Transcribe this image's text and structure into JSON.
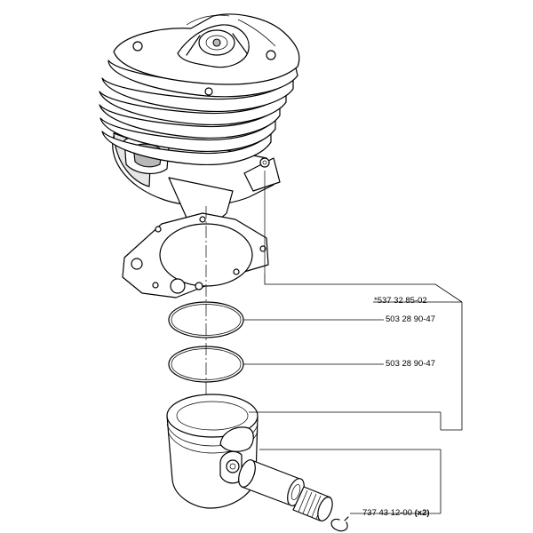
{
  "labels": {
    "assembly": "*537 32 85-02",
    "ring_top": "503 28 90-47",
    "ring_bottom": "503 28 90-47",
    "circlip_part": "737 43 12-00",
    "circlip_qty": "(x2)"
  },
  "colors": {
    "line": "#000000",
    "background": "#ffffff",
    "shade": "#e6e6e6"
  }
}
